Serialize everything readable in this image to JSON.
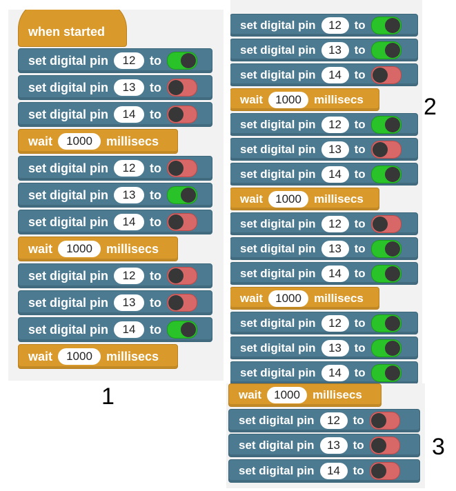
{
  "labels": {
    "when_started": "when started",
    "set_digital_pin": "set digital pin",
    "to": "to",
    "wait": "wait",
    "millisecs": "millisecs"
  },
  "frames": [
    {
      "label": "1",
      "blocks": [
        {
          "type": "hat"
        },
        {
          "type": "set",
          "pin": "12",
          "state": "on"
        },
        {
          "type": "set",
          "pin": "13",
          "state": "off"
        },
        {
          "type": "set",
          "pin": "14",
          "state": "off"
        },
        {
          "type": "wait",
          "ms": "1000"
        },
        {
          "type": "set",
          "pin": "12",
          "state": "off"
        },
        {
          "type": "set",
          "pin": "13",
          "state": "on"
        },
        {
          "type": "set",
          "pin": "14",
          "state": "off"
        },
        {
          "type": "wait",
          "ms": "1000"
        },
        {
          "type": "set",
          "pin": "12",
          "state": "off"
        },
        {
          "type": "set",
          "pin": "13",
          "state": "off"
        },
        {
          "type": "set",
          "pin": "14",
          "state": "on"
        },
        {
          "type": "wait",
          "ms": "1000"
        }
      ]
    },
    {
      "label": "2",
      "blocks": [
        {
          "type": "set",
          "pin": "12",
          "state": "on"
        },
        {
          "type": "set",
          "pin": "13",
          "state": "on"
        },
        {
          "type": "set",
          "pin": "14",
          "state": "off"
        },
        {
          "type": "wait",
          "ms": "1000"
        },
        {
          "type": "set",
          "pin": "12",
          "state": "on"
        },
        {
          "type": "set",
          "pin": "13",
          "state": "off"
        },
        {
          "type": "set",
          "pin": "14",
          "state": "on"
        },
        {
          "type": "wait",
          "ms": "1000"
        },
        {
          "type": "set",
          "pin": "12",
          "state": "off"
        },
        {
          "type": "set",
          "pin": "13",
          "state": "on"
        },
        {
          "type": "set",
          "pin": "14",
          "state": "on"
        },
        {
          "type": "wait",
          "ms": "1000"
        },
        {
          "type": "set",
          "pin": "12",
          "state": "on"
        },
        {
          "type": "set",
          "pin": "13",
          "state": "on"
        },
        {
          "type": "set",
          "pin": "14",
          "state": "on"
        }
      ]
    },
    {
      "label": "3",
      "blocks": [
        {
          "type": "wait",
          "ms": "1000"
        },
        {
          "type": "set",
          "pin": "12",
          "state": "off"
        },
        {
          "type": "set",
          "pin": "13",
          "state": "off"
        },
        {
          "type": "set",
          "pin": "14",
          "state": "off"
        }
      ]
    }
  ]
}
